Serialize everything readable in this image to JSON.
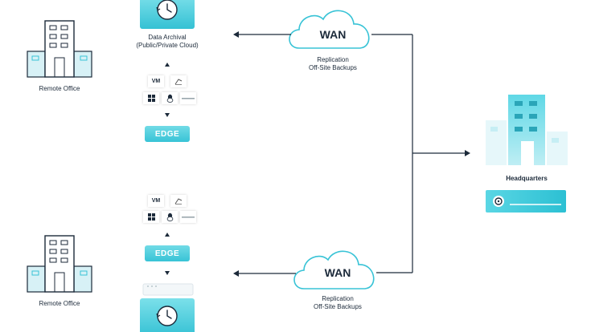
{
  "colors": {
    "line": "#1c2a3a",
    "building_outline": "#1c2a3a",
    "building_fill": "#bdeaf3",
    "accent": "#38c3d6",
    "cloud_stroke": "#38c3d6"
  },
  "sites": {
    "remote_top": {
      "label": "Remote Office",
      "icon": "building-icon"
    },
    "remote_bottom": {
      "label": "Remote Office",
      "icon": "building-icon"
    },
    "headquarters": {
      "label": "Headquarters",
      "icon": "building-icon"
    }
  },
  "archival": {
    "label_line1": "Data Archival",
    "label_line2": "(Public/Private Cloud)",
    "icon": "clock-history-icon"
  },
  "wan": {
    "top": {
      "label": "WAN",
      "caption_line1": "Replication",
      "caption_line2": "Off-Site Backups"
    },
    "bottom": {
      "label": "WAN",
      "caption_line1": "Replication",
      "caption_line2": "Off-Site Backups"
    }
  },
  "edge": {
    "top_label": "EDGE",
    "bottom_label": "EDGE"
  },
  "platforms": {
    "vm_label": "VM",
    "icons": [
      "vm-icon",
      "sql-server-icon",
      "windows-icon",
      "linux-icon",
      "storage-icon"
    ]
  }
}
